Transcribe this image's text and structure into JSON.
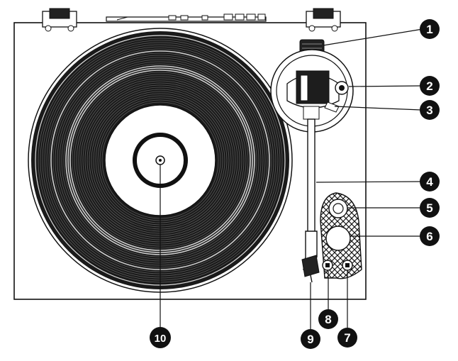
{
  "callouts": [
    {
      "id": "c1",
      "label": "1"
    },
    {
      "id": "c2",
      "label": "2"
    },
    {
      "id": "c3",
      "label": "3"
    },
    {
      "id": "c4",
      "label": "4"
    },
    {
      "id": "c5",
      "label": "5"
    },
    {
      "id": "c6",
      "label": "6"
    },
    {
      "id": "c7",
      "label": "7"
    },
    {
      "id": "c8",
      "label": "8"
    },
    {
      "id": "c9",
      "label": "9"
    },
    {
      "id": "c10",
      "label": "10"
    }
  ],
  "colors": {
    "ink": "#111111",
    "paper": "#ffffff",
    "vinyl": "#1a1a1a"
  }
}
